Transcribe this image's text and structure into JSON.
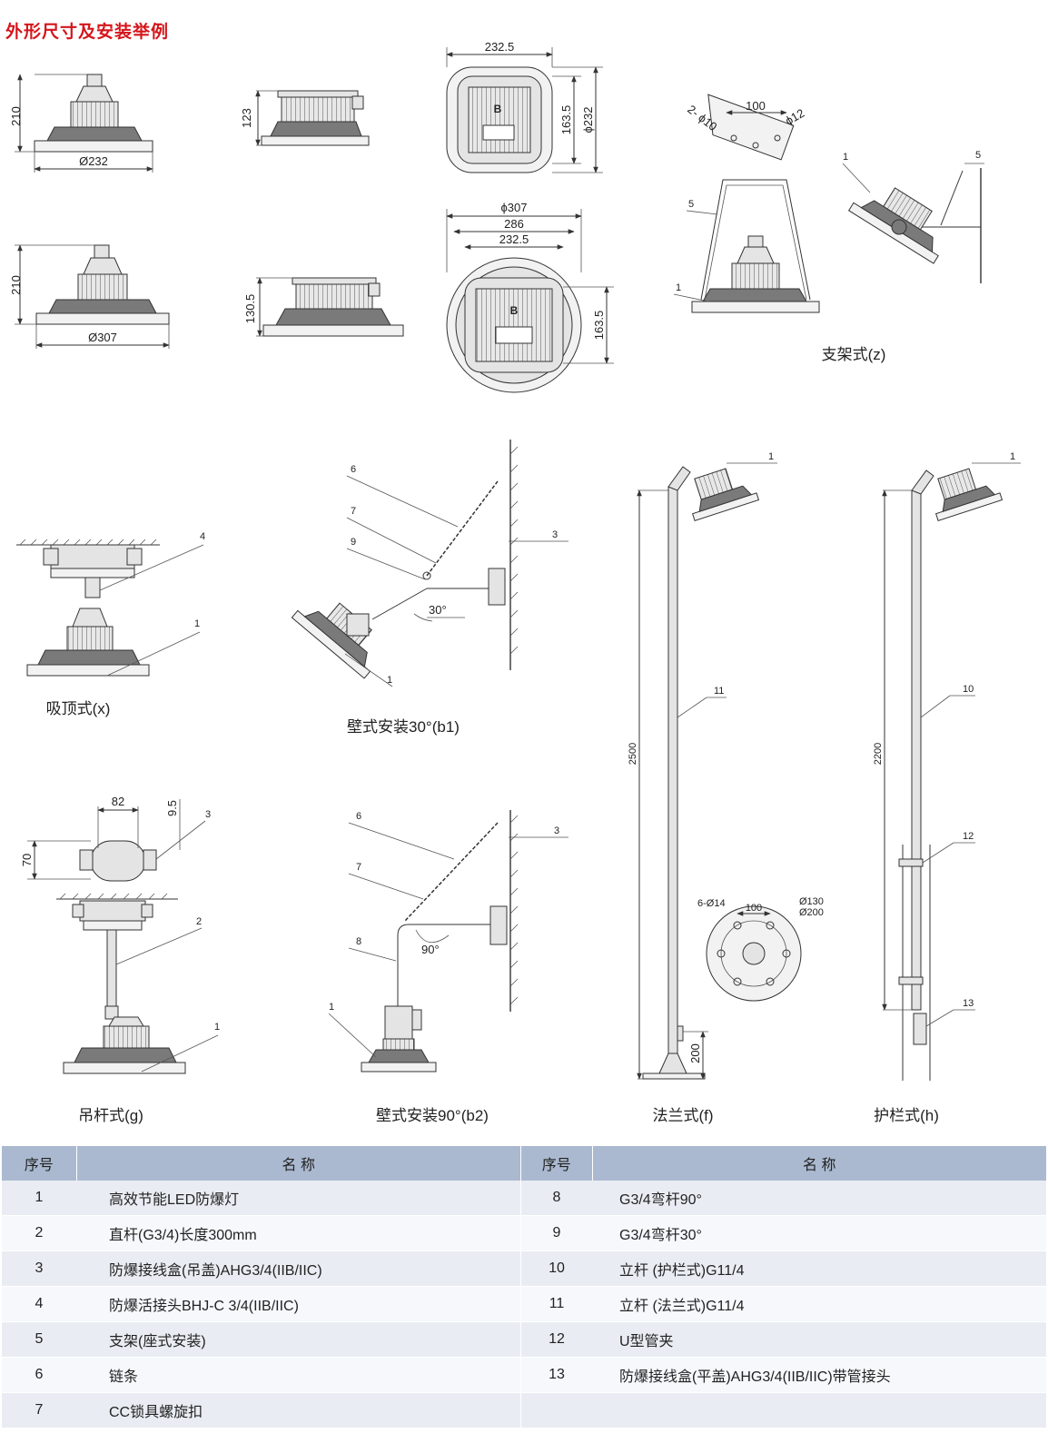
{
  "title": "外形尺寸及安装举例",
  "dimensions": {
    "d210a": "210",
    "d232": "Ø232",
    "d123": "123",
    "d232_5a": "232.5",
    "d163_5a": "163.5",
    "d232c": "ϕ232",
    "d210b": "210",
    "d307": "Ø307",
    "d130_5": "130.5",
    "d307c": "ϕ307",
    "d286": "286",
    "d232_5b": "232.5",
    "d163_5b": "163.5",
    "holes2": "2- ϕ10",
    "d100a": "100",
    "d12": "ϕ12",
    "deg30": "30°",
    "deg90": "90°",
    "d82": "82",
    "d9_5": "9.5",
    "d70": "70",
    "d2500": "2500",
    "d2200": "2200",
    "d200": "200",
    "holes6": "6-Ø14",
    "d100b": "100",
    "d130": "Ø130",
    "d200c": "Ø200"
  },
  "callouts": {
    "z_1": "1",
    "z_5": "5",
    "z2_1": "1",
    "z2_5": "5",
    "x_4": "4",
    "x_1": "1",
    "b1_6": "6",
    "b1_7": "7",
    "b1_9": "9",
    "b1_3": "3",
    "b1_1": "1",
    "f_1": "1",
    "f_11": "11",
    "h_1": "1",
    "h_10": "10",
    "h_12": "12",
    "h_13": "13",
    "g_3": "3",
    "g_2": "2",
    "g_1": "1",
    "b2_6": "6",
    "b2_7": "7",
    "b2_3": "3",
    "b2_8": "8",
    "b2_1": "1"
  },
  "captions": {
    "z": "支架式(z)",
    "x": "吸顶式(x)",
    "b1": "壁式安装30°(b1)",
    "g": "吊杆式(g)",
    "b2": "壁式安装90°(b2)",
    "f": "法兰式(f)",
    "h": "护栏式(h)"
  },
  "table": {
    "headers": [
      "序号",
      "名 称",
      "序号",
      "名 称"
    ],
    "rows": [
      {
        "no": "1",
        "name": "高效节能LED防爆灯",
        "no2": "8",
        "name2": "G3/4弯杆90°"
      },
      {
        "no": "2",
        "name": "直杆(G3/4)长度300mm",
        "no2": "9",
        "name2": "G3/4弯杆30°"
      },
      {
        "no": "3",
        "name": "防爆接线盒(吊盖)AHG3/4(IIB/IIC)",
        "no2": "10",
        "name2": "立杆 (护栏式)G11/4"
      },
      {
        "no": "4",
        "name": "防爆活接头BHJ-C  3/4(IIB/IIC)",
        "no2": "11",
        "name2": "立杆 (法兰式)G11/4"
      },
      {
        "no": "5",
        "name": "支架(座式安装)",
        "no2": "12",
        "name2": "U型管夹"
      },
      {
        "no": "6",
        "name": "链条",
        "no2": "13",
        "name2": "防爆接线盒(平盖)AHG3/4(IIB/IIC)带管接头"
      },
      {
        "no": "7",
        "name": "CC锁具螺旋扣",
        "no2": "",
        "name2": ""
      }
    ]
  }
}
